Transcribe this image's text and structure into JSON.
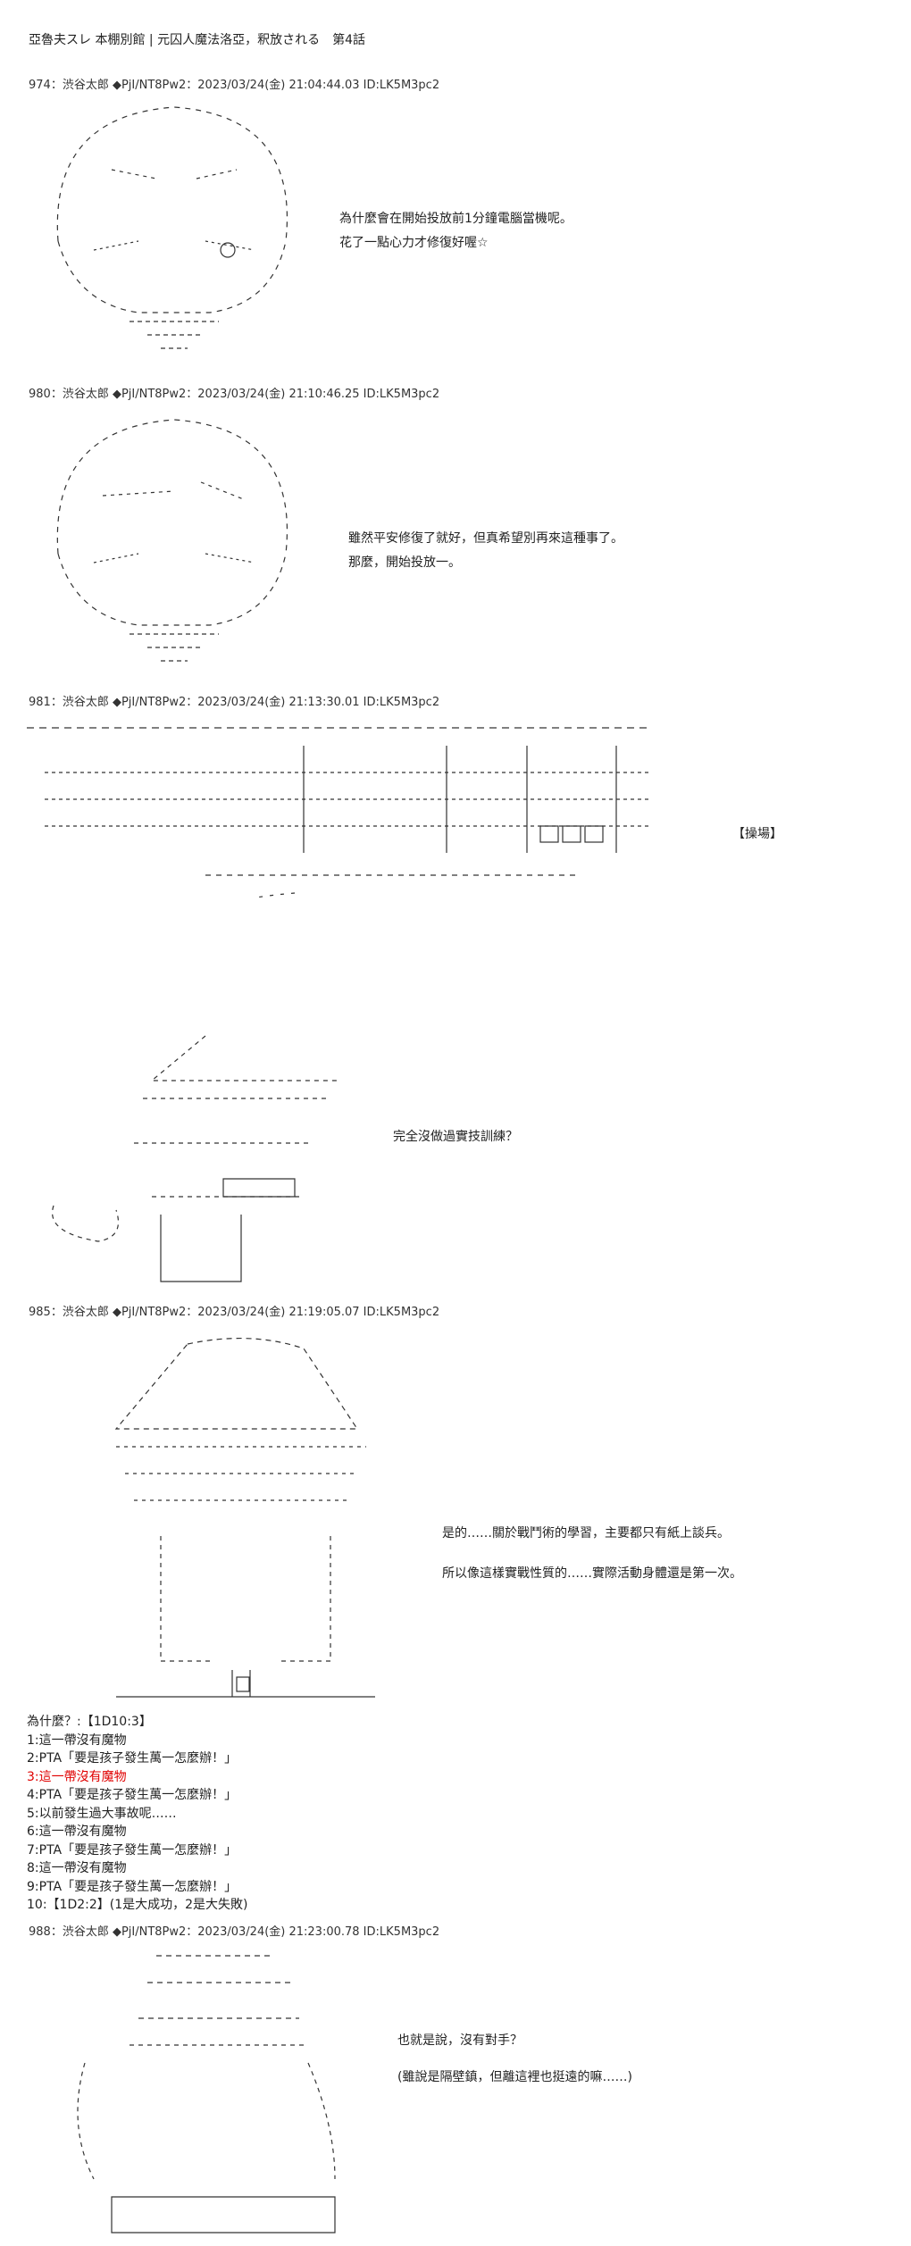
{
  "title": "亞魯夫スレ 本棚別館 | 元囚人魔法洛亞，釈放される　第4話",
  "posts": [
    {
      "header": "974：渋谷太郎 ◆PjI/NT8Pw2：2023/03/24(金) 21:04:44.03 ID:LK5M3pc2",
      "lines": [
        "為什麼會在開始投放前1分鐘電腦當機呢。",
        "花了一點心力才修復好喔☆"
      ]
    },
    {
      "header": "980：渋谷太郎 ◆PjI/NT8Pw2：2023/03/24(金) 21:10:46.25 ID:LK5M3pc2",
      "lines": [
        "雖然平安修復了就好，但真希望別再來這種事了。",
        "那麼，開始投放一。"
      ]
    },
    {
      "header": "981：渋谷太郎 ◆PjI/NT8Pw2：2023/03/24(金) 21:13:30.01 ID:LK5M3pc2",
      "stage": "【操場】",
      "lines": [
        "完全沒做過實技訓練？"
      ]
    },
    {
      "header": "985：渋谷太郎 ◆PjI/NT8Pw2：2023/03/24(金) 21:19:05.07 ID:LK5M3pc2",
      "lines": [
        "是的……關於戰鬥術的學習，主要都只有紙上談兵。",
        "所以像這樣實戰性質的……實際活動身體還是第一次。"
      ],
      "roll": {
        "heading": "為什麼？:【1D10:3】",
        "items": [
          "1:這一帶沒有魔物",
          "2:PTA「要是孩子發生萬一怎麼辦！」",
          "3:這一帶沒有魔物",
          "4:PTA「要是孩子發生萬一怎麼辦！」",
          "5:以前發生過大事故呢……",
          "6:這一帶沒有魔物",
          "7:PTA「要是孩子發生萬一怎麼辦！」",
          "8:這一帶沒有魔物",
          "9:PTA「要是孩子發生萬一怎麼辦！」",
          "10:【1D2:2】(1是大成功，2是大失敗)"
        ],
        "highlight_index": 2,
        "highlight_color": "#e00000"
      }
    },
    {
      "header": "988：渋谷太郎 ◆PjI/NT8Pw2：2023/03/24(金) 21:23:00.78 ID:LK5M3pc2",
      "lines": [
        "也就是說，沒有對手？",
        "(雖說是隔壁鎮，但離這裡也挺遠的嘛……)"
      ]
    }
  ]
}
